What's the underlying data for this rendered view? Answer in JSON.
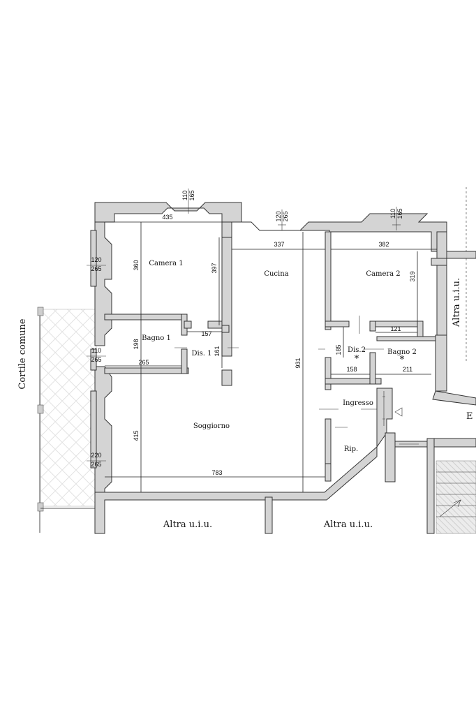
{
  "rooms": {
    "camera1": "Camera 1",
    "bagno1": "Bagno 1",
    "dis1": "Dis. 1",
    "cucina": "Cucina",
    "camera2": "Camera 2",
    "dis2": "Dis.2",
    "bagno2": "Bagno 2",
    "ingresso": "Ingresso",
    "rip": "Rip.",
    "soggiorno": "Soggiorno"
  },
  "outside": {
    "cortile": "Cortile comune",
    "altra_right": "Altra u.i.u.",
    "altra_bottom_left": "Altra u.i.u.",
    "altra_bottom_right": "Altra u.i.u.",
    "cut_letter": "E"
  },
  "dimensions": {
    "camera1_width": "435",
    "camera1_height": "360",
    "camera1_inner": "397",
    "cucina_width": "337",
    "camera2_width": "382",
    "camera2_height": "319",
    "dis1_width": "157",
    "bagno1_height": "198",
    "dis1_height": "161",
    "bagno1_width": "265",
    "total_height": "931",
    "dis2_height": "185",
    "dis2_width": "158",
    "bagno2_top": "121",
    "bagno2_width": "211",
    "soggiorno_height": "415",
    "total_width": "783"
  },
  "windows": {
    "w1_top": "110",
    "w1_bottom": "165",
    "w2_top": "120",
    "w2_bottom": "265",
    "w3_top": "110",
    "w3_bottom": "165",
    "w4_top": "120",
    "w4_bottom": "265",
    "w5_top": "110",
    "w5_bottom": "265",
    "w6_top": "220",
    "w6_bottom": "265"
  },
  "symbols": {
    "asterisk": "*"
  }
}
